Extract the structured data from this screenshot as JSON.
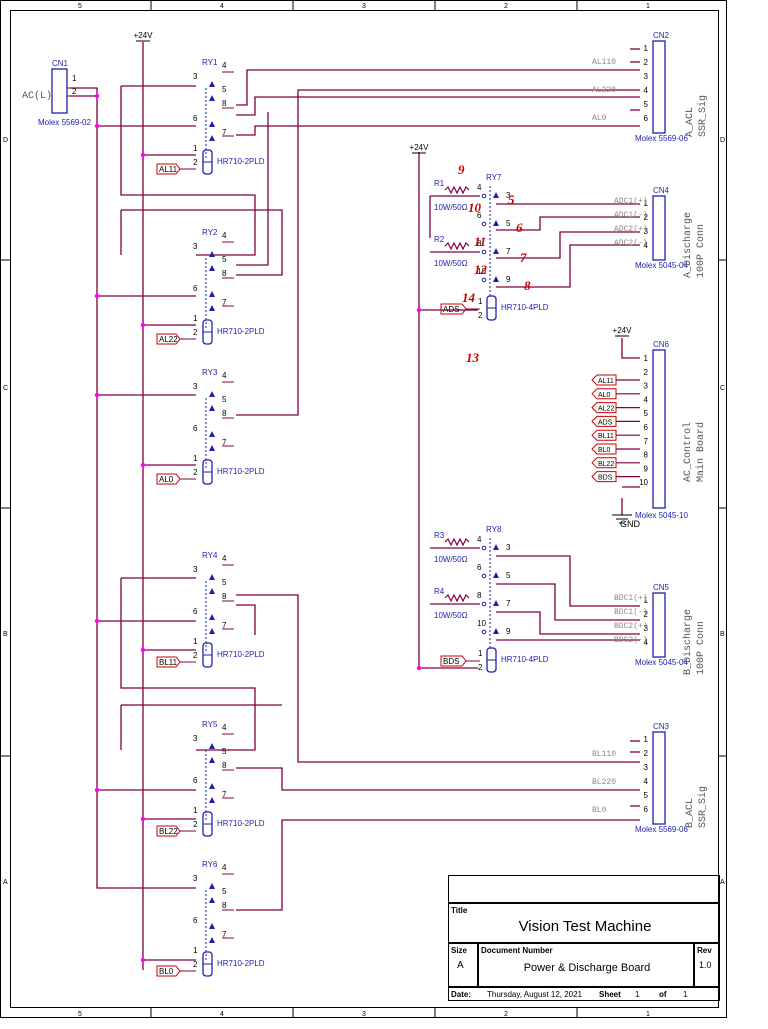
{
  "frame": {
    "columns": [
      "5",
      "4",
      "3",
      "2",
      "1"
    ],
    "rows": [
      "D",
      "C",
      "B",
      "A"
    ]
  },
  "colors": {
    "wire": "#800040",
    "component": "#1f1fb0",
    "junction": "#ff00ff",
    "annotation": "#cc0000",
    "border": "#000000"
  },
  "power": {
    "v24": "+24V",
    "gnd": "GND"
  },
  "cn1": {
    "ref": "CN1",
    "part": "Molex 5569-02",
    "label": "AC(L)",
    "pins": [
      "1",
      "2"
    ]
  },
  "relays_2pld": [
    {
      "ref": "RY1",
      "part": "HR710-2PLD",
      "ctrl": "AL11"
    },
    {
      "ref": "RY2",
      "part": "HR710-2PLD",
      "ctrl": "AL22"
    },
    {
      "ref": "RY3",
      "part": "HR710-2PLD",
      "ctrl": "AL0"
    },
    {
      "ref": "RY4",
      "part": "HR710-2PLD",
      "ctrl": "BL11"
    },
    {
      "ref": "RY5",
      "part": "HR710-2PLD",
      "ctrl": "BL22"
    },
    {
      "ref": "RY6",
      "part": "HR710-2PLD",
      "ctrl": "BL0"
    }
  ],
  "relay_pins": [
    "4",
    "3",
    "5",
    "8",
    "6",
    "7",
    "1",
    "2"
  ],
  "ry7": {
    "ref": "RY7",
    "part": "HR710-4PLD",
    "ctrl": "ADS",
    "pins": [
      "4",
      "3",
      "6",
      "5",
      "8",
      "7",
      "10",
      "9",
      "1",
      "2"
    ]
  },
  "ry8": {
    "ref": "RY8",
    "part": "HR710-4PLD",
    "ctrl": "BDS",
    "pins": [
      "4",
      "3",
      "6",
      "5",
      "8",
      "7",
      "10",
      "9",
      "1",
      "2"
    ]
  },
  "resistors": [
    {
      "ref": "R1",
      "value": "10W/50Ω"
    },
    {
      "ref": "R2",
      "value": "10W/50Ω"
    },
    {
      "ref": "R3",
      "value": "10W/50Ω"
    },
    {
      "ref": "R4",
      "value": "10W/50Ω"
    }
  ],
  "cn2": {
    "ref": "CN2",
    "part": "Molex 5569-06",
    "caption": [
      "A_ACL",
      "SSR_Sig"
    ],
    "pins": [
      "1",
      "2",
      "3",
      "4",
      "5",
      "6"
    ],
    "nets": [
      "AL110",
      "AL220",
      "AL0"
    ]
  },
  "cn3": {
    "ref": "CN3",
    "part": "Molex 5569-06",
    "caption": [
      "B_ACL",
      "SSR_Sig"
    ],
    "pins": [
      "1",
      "2",
      "3",
      "4",
      "5",
      "6"
    ],
    "nets": [
      "BL110",
      "BL220",
      "BL0"
    ]
  },
  "cn4": {
    "ref": "CN4",
    "part": "Molex 5045-04",
    "caption": [
      "A_Discharge",
      "100P Conn"
    ],
    "pins": [
      "1",
      "2",
      "3",
      "4"
    ],
    "nets": [
      "ADC1(+)",
      "ADC1(-)",
      "ADC2(+)",
      "ADC2(-)"
    ]
  },
  "cn5": {
    "ref": "CN5",
    "part": "Molex 5045-04",
    "caption": [
      "B_Discharge",
      "100P Conn"
    ],
    "pins": [
      "1",
      "2",
      "3",
      "4"
    ],
    "nets": [
      "BDC1(+)",
      "BDC1(-)",
      "BDC2(+)",
      "BDC2(-)"
    ]
  },
  "cn6": {
    "ref": "CN6",
    "part": "Molex 5045-10",
    "caption": [
      "AC_Control",
      "Main Board"
    ],
    "pins": [
      "1",
      "2",
      "3",
      "4",
      "5",
      "6",
      "7",
      "8",
      "9",
      "10"
    ],
    "nets": [
      "AL11",
      "AL0",
      "AL22",
      "ADS",
      "BL11",
      "BL0",
      "BL22",
      "BDS"
    ]
  },
  "annotations": [
    "9",
    "10",
    "5",
    "6",
    "11",
    "7",
    "12",
    "8",
    "14",
    "13"
  ],
  "title_block": {
    "title_label": "Title",
    "title": "Vision Test Machine",
    "size_label": "Size",
    "size": "A",
    "docnum_label": "Document Number",
    "docnum": "Power & Discharge Board",
    "rev_label": "Rev",
    "rev": "1.0",
    "date_label": "Date:",
    "date": "Thursday, August 12, 2021",
    "sheet_label": "Sheet",
    "sheet": "1",
    "of_label": "of",
    "of": "1"
  }
}
